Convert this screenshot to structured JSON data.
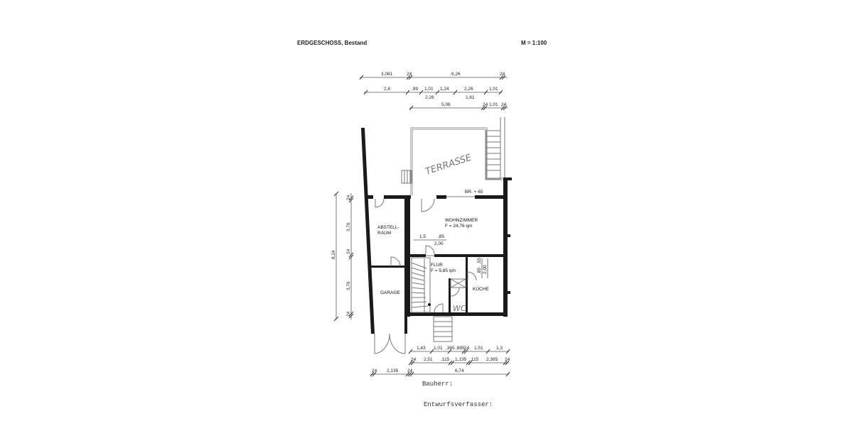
{
  "header": {
    "title": "ERDGESCHOSS, Bestand",
    "scale": "M = 1:100"
  },
  "rooms": {
    "terrasse": "TERRASSE",
    "br": "BR. + 65",
    "wohnzimmer": "WOHNZIMMER",
    "wohnzimmer_area": "F = 24,76 qm",
    "abstell_1": "ABSTELL-",
    "abstell_2": "RAUM",
    "garage": "GARAGE",
    "flur": "FLUR",
    "flur_area": "F = 5,85 qm",
    "kueche": "KÜCHE",
    "wc": "WC"
  },
  "dims_top": {
    "row1": [
      "3,081",
      "24",
      "6,26",
      "24"
    ],
    "row2": [
      "2,8",
      ",99",
      "1,01",
      "1,24",
      "2,26",
      "1,01"
    ],
    "row2_sub": [
      "2,26",
      "1,61"
    ],
    "row3": [
      "5,06",
      "24",
      "1,01",
      "24"
    ]
  },
  "dims_inner": [
    "1,5",
    ",85",
    "2,00",
    ",55",
    ",85",
    "2,00"
  ],
  "dims_left": {
    "total": "8,24",
    "parts": [
      "24",
      "3,76",
      "24",
      "3,76",
      "24"
    ]
  },
  "dims_bottom": {
    "row1": [
      "1,43",
      "1,01",
      ",365",
      ",885",
      "24",
      "1,51",
      "1,3"
    ],
    "row2": [
      "24",
      "2,51",
      ",115",
      "1,135",
      ",115",
      "2,385",
      "24"
    ],
    "row3": [
      "24",
      "2,135",
      "24",
      "6,74"
    ]
  },
  "footer": {
    "bauherr": "Bauherr:",
    "entwurf": "Entwurfsverfasser:"
  }
}
